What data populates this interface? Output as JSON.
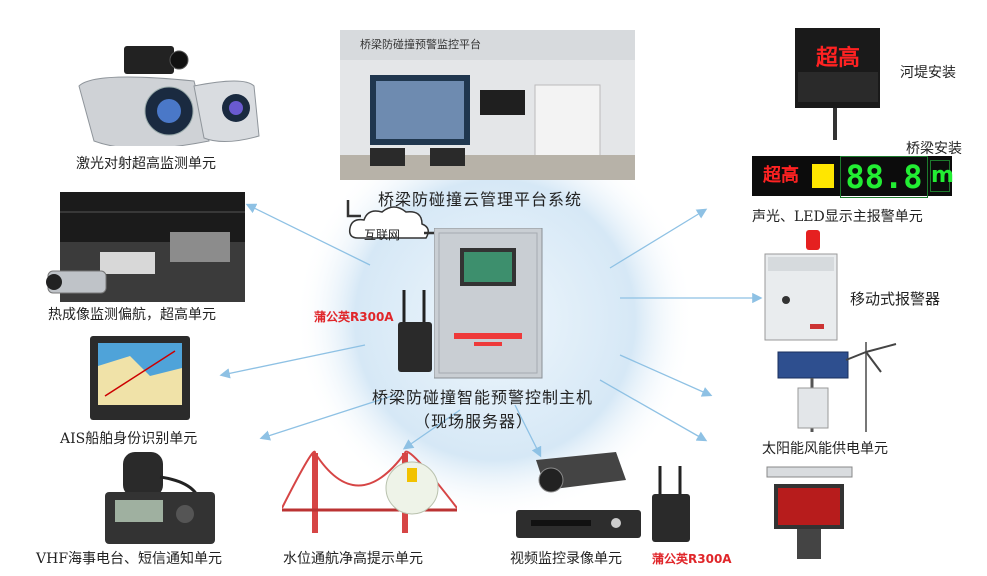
{
  "center": {
    "platform_caption": "桥梁防碰撞预警监控平台",
    "cloud_system": "桥梁防碰撞云管理平台系统",
    "internet": "互联网",
    "controller_title": "桥梁防碰撞智能预警控制主机",
    "controller_sub": "（现场服务器）",
    "router_label": "蒲公英R300A"
  },
  "units": {
    "laser": "激光对射超高监测单元",
    "thermal": "热成像监测偏航，超高单元",
    "ais": "AIS船舶身份识别单元",
    "vhf": "VHF海事电台、短信通知单元",
    "water": "水位通航净高提示单元",
    "video": "视频监控录像单元",
    "video_router": "蒲公英R300A",
    "led": "声光、LED显示主报警单元",
    "led_dike": "河堤安装",
    "led_bridge": "桥梁安装",
    "mobile": "移动式报警器",
    "solar": "太阳能风能供电单元"
  },
  "led_display": {
    "chao_gao": "超高",
    "sign_top": "超高",
    "number": "88.8",
    "unit": "m"
  },
  "colors": {
    "arrow": "#8ec1e4",
    "globe": "#cfe5f5",
    "cabinet": "#c9ced3",
    "led_red": "#ff2222",
    "led_green": "#22ee33",
    "led_yellow": "#ffe600",
    "accent_red": "#e0262a"
  },
  "icons": [
    "laser-camera-icon",
    "thermal-camera-icon",
    "ais-monitor-icon",
    "vhf-radio-icon",
    "bridge-icon",
    "video-camera-icon",
    "router-icon",
    "led-board-icon",
    "alarm-box-icon",
    "solar-panel-icon",
    "radar-icon",
    "control-cabinet-icon",
    "cloud-icon"
  ]
}
